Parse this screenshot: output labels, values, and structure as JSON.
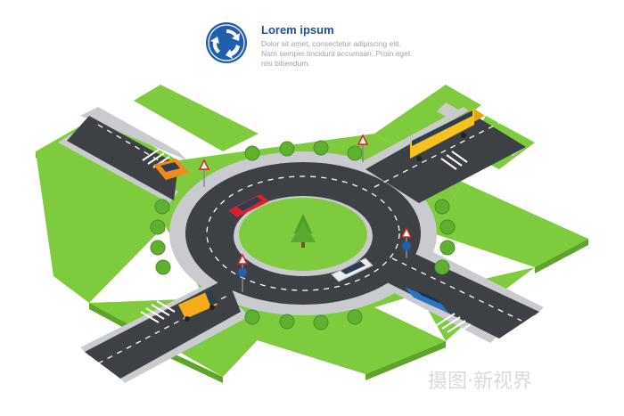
{
  "header": {
    "title": "Lorem ipsum",
    "lines": [
      "Dolor sit amet, consectetur adipiscing elit.",
      "Nam semper tincidunt accumsan. Proin eget",
      "nisi bibendum."
    ],
    "sign_icon": "roundabout-sign-icon"
  },
  "watermark": "摄图·新视界",
  "colors": {
    "grass": "#7ecb3d",
    "grass_side": "#5da42a",
    "road": "#3d4045",
    "sidewalk": "#c9cbce",
    "sign_blue": "#1f5fad",
    "bus": "#f7c21b",
    "taxi": "#f7ad1b",
    "car_red": "#d9202c",
    "car_orange": "#f08a1c",
    "car_blue": "#2c74c4",
    "car_white": "#ebeef0"
  }
}
